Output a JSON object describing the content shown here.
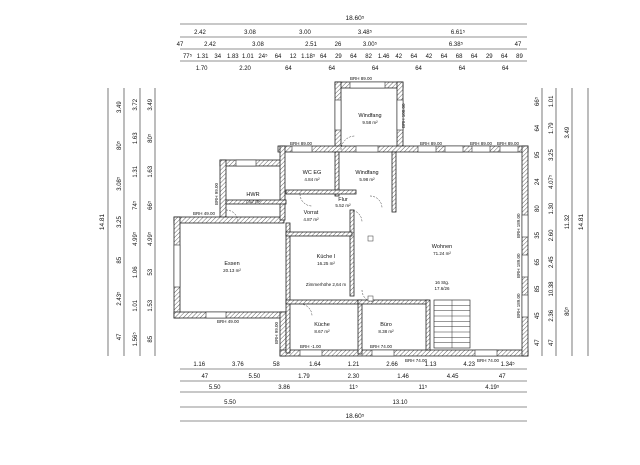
{
  "top_dims": {
    "overall": "18.60⁵",
    "row1": [
      "2.42",
      "3.08",
      "3.00",
      "3.48⁵",
      "6.61⁵"
    ],
    "row2": [
      "47",
      "2.42",
      "3.08",
      "2.51",
      "26",
      "3.00⁵",
      "6.38⁵",
      "47"
    ],
    "row3a": [
      "77⁵",
      "1.31",
      "34",
      "1.83",
      "1.01",
      "24⁵",
      "64",
      "12",
      "1.18⁵",
      "64",
      "29",
      "64",
      "82",
      "1.46",
      "42",
      "64",
      "42",
      "64",
      "68",
      "64",
      "29",
      "64",
      "89"
    ],
    "row3b": [
      "1.70",
      "2.20",
      "64",
      "64",
      "64",
      "64",
      "64",
      "64"
    ]
  },
  "bottom_dims": {
    "overall": "18.60⁵",
    "row_a": [
      "1.16",
      "3.76",
      "58",
      "1.64",
      "1.21",
      "2.66",
      "1.13",
      "4.23",
      "1.34⁵"
    ],
    "row_b": [
      "47",
      "5.50",
      "1.79",
      "2.30",
      "1.46",
      "4.45",
      "47"
    ],
    "row_c": [
      "5.50",
      "3.86",
      "11⁵",
      "11⁵",
      "4.19⁵"
    ],
    "row_d": [
      "5.50",
      "13.10"
    ]
  },
  "left_dims": {
    "overall": "14.81",
    "outer": [
      "3.49",
      "80⁵",
      "3.08⁵",
      "3.25",
      "85",
      "2.43⁵",
      "47"
    ],
    "mid": [
      "3.72",
      "1.63",
      "1.31",
      "74⁵",
      "4.99⁵",
      "1.06",
      "1.01",
      "1.56⁵"
    ],
    "inner": [
      "3.49",
      "80⁵",
      "1.63",
      "66⁵",
      "4.99⁵",
      "53",
      "1.53",
      "85"
    ]
  },
  "right_dims": {
    "overall": "14.81",
    "outer": [
      "3.49",
      "11.32",
      "80⁵"
    ],
    "mid": [
      "1.01",
      "1.79",
      "3.25",
      "4.07⁵",
      "1.30",
      "2.60",
      "2.45",
      "10.38",
      "2.36",
      "47"
    ],
    "inner": [
      "66⁵",
      "64",
      "95",
      "24",
      "80",
      "35",
      "65",
      "85",
      "45",
      "47"
    ]
  },
  "rooms": [
    {
      "name": "Windfang",
      "area": "9.58 m²"
    },
    {
      "name": "WC EG",
      "area": "4.84 m²"
    },
    {
      "name": "Windfang",
      "area": "5.98 m²"
    },
    {
      "name": "HWR",
      "area": "7.57 m²"
    },
    {
      "name": "Vorrat",
      "area": "4.87 m²"
    },
    {
      "name": "Flur",
      "area": "5.52 m²"
    },
    {
      "name": "Essen",
      "area": "20.13 m²"
    },
    {
      "name": "Küche I",
      "area": "16.25 m²"
    },
    {
      "name": "Wohnen",
      "area": "71.24 m²"
    },
    {
      "name": "Küche",
      "area": "8.67 m²"
    },
    {
      "name": "Büro",
      "area": "8.38 m²"
    }
  ],
  "notes": {
    "ceiling": "Zimmerhöhe 2,64 m",
    "stairs": "16 Stg.",
    "stairs_ratio": "17.6/26"
  },
  "brh_labels": [
    "BRH 89.00",
    "BRH 89.00",
    "BRH 89.00",
    "BRH 89.00",
    "BRH 89.00",
    "BRH 99.00",
    "BRH 49.00",
    "BRH 49.00",
    "BRH 99.00",
    "BRH -1.00",
    "BRH 74.00",
    "BRH 74.00",
    "BRH 74.00",
    "BRH 189.00",
    "BRH 189.00",
    "BRH 189.00",
    "BRH 100.00"
  ]
}
